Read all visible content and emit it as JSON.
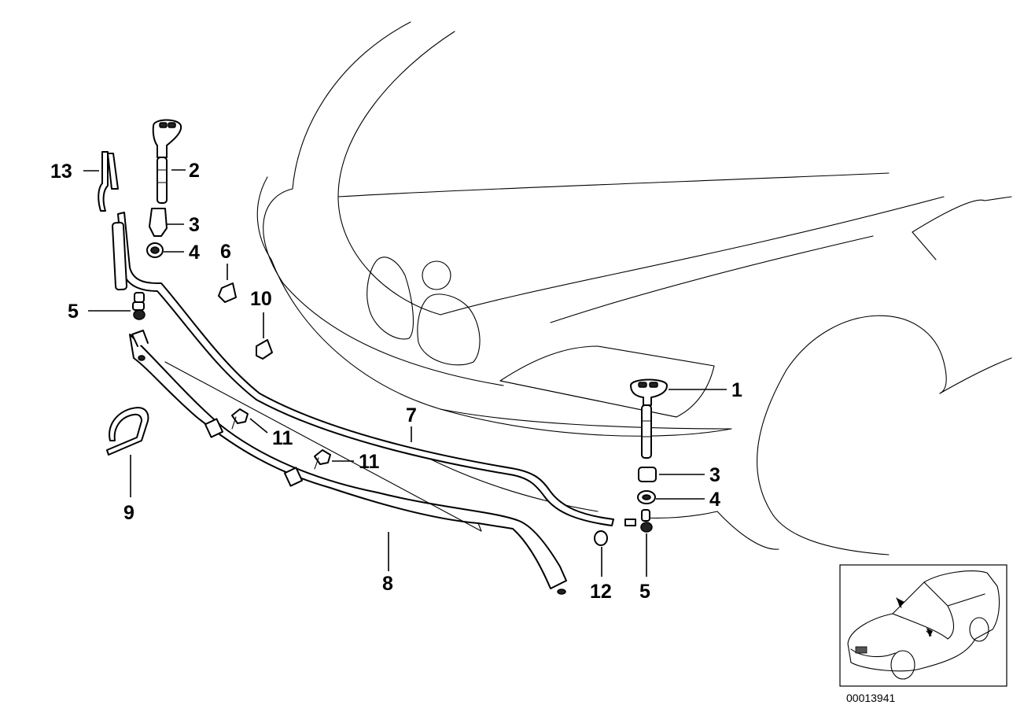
{
  "callouts": {
    "c13": "13",
    "c2": "2",
    "c3_left": "3",
    "c4_left": "4",
    "c6": "6",
    "c10": "10",
    "c5_left": "5",
    "c1": "1",
    "c7": "7",
    "c3_right": "3",
    "c4_right": "4",
    "c11_upper": "11",
    "c11_lower": "11",
    "c9": "9",
    "c8": "8",
    "c12": "12",
    "c5_right": "5"
  },
  "reference_number": "00013941"
}
